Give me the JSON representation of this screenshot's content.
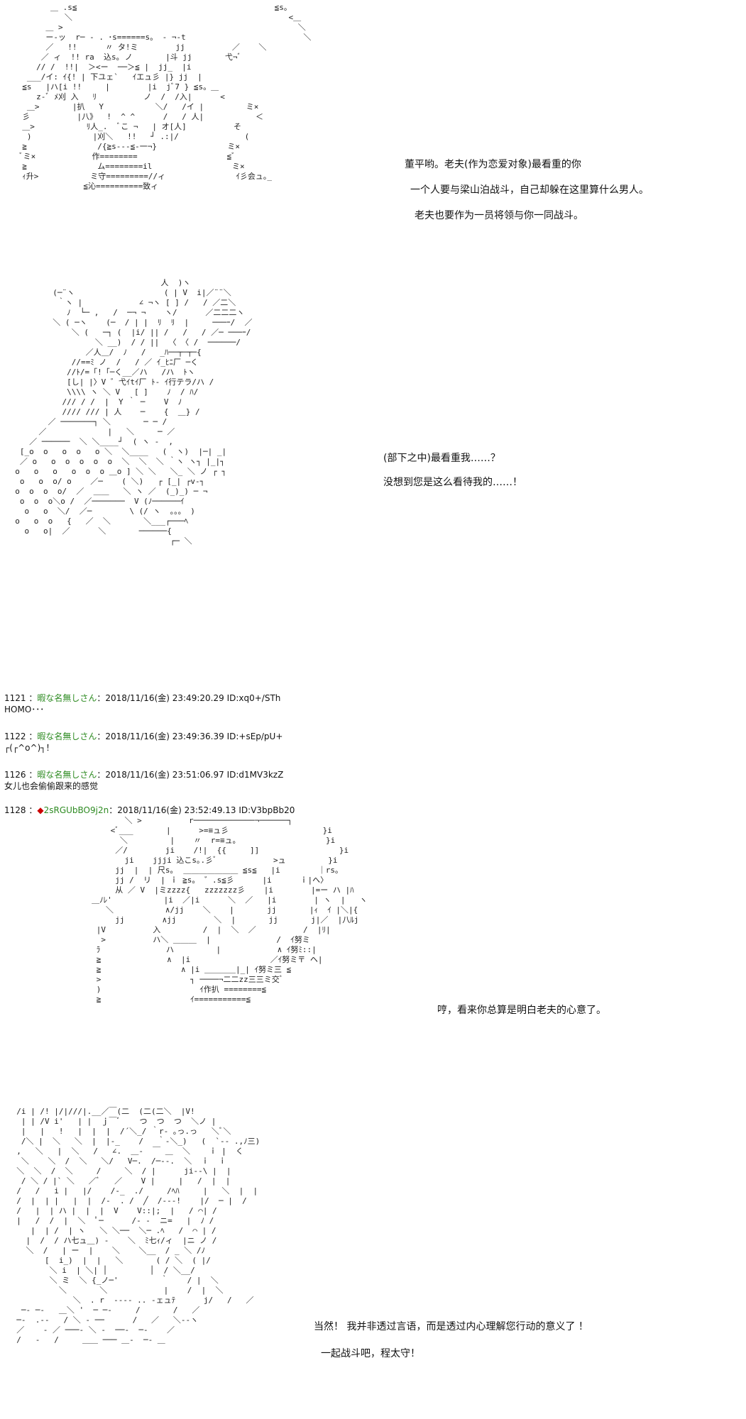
{
  "panels": [
    {
      "lines": [
        "董平哟。老夫(作为恋爱对象)最看重的你",
        "一个人要与梁山泊战斗，自己却躲在这里算什么男人。",
        "老夫也要作为一员将领与你一同战斗。"
      ]
    },
    {
      "lines": [
        "(部下之中)最看重我……？",
        "没想到您是这么看待我的……！"
      ]
    },
    {
      "lines": [
        "哼，看来你总算是明白老夫的心意了。"
      ]
    },
    {
      "lines": [
        "当然！ 我并非透过言语，而是透过内心理解您行动的意义了 ！",
        "一起战斗吧，程太守！"
      ]
    }
  ],
  "posts": [
    {
      "number": "1121",
      "name": "暇な名無しさん",
      "datetime": "2018/11/16(金) 23:49:20.29",
      "id": "ID:xq0+/STh",
      "body": "HOMO･･･"
    },
    {
      "number": "1122",
      "name": "暇な名無しさん",
      "datetime": "2018/11/16(金) 23:49:36.39",
      "id": "ID:+sEp/pU+",
      "body": "┌(┌^o^)┐！"
    },
    {
      "number": "1126",
      "name": "暇な名無しさん",
      "datetime": "2018/11/16(金) 23:51:06.97",
      "id": "ID:d1MV3kzZ",
      "body": "女儿也会偷偷跟来的感觉"
    },
    {
      "number": "1128",
      "diamond": "◆",
      "name": "2sRGUbBO9j2n",
      "datetime": "2018/11/16(金) 23:52:49.13",
      "id": "ID:V3bpBb20",
      "body": ""
    }
  ],
  "art": {
    "a1": "        ＿ .s≦                                          ≦s。\n           ＼                                              <＿\n       ＿ >                                                  ＼\n       ー-ッ  r─ ‐ . ･s======s。 ‐ ¬‐t                         ＼\n       ／   !!      〃 タ!ミ        jj          ／    ＼\n      ／ ィ  !! ra  込s｡ ノ       |斗 jj       弋¬ﾞ\n     // /  !!|  ＞<ー  ──＞≦ |  jj_  |i\n   ___/イ: ｲ{! | 下ユェ`   ｲエュ彡 |} jj  |\n  ≦s   |ハ[i !!     |        |i  jﾞ7 } ≦s。＿\n     z-ﾞ ﾒ刈 入   ﾘ          ノ  /  /入|      <\n   ＿>       |扒   Y           ＼/   /イ |         ミ×\n  彡          |八》  !  ^ ^      /   / 人|           ＜\n  ＿>           ﾘ人_.  ﾞこ ¬   | オ[人]          そ\n   )             |刈＼   !!   ┘ .:|/              (\n  ≧               /{≧s--‐≦‐一¬}               ミ×\n  ﾞミ×            作========                   ≦ﾞ\n  ≧               ム========il                 ミ×\n  ｨ升>           ミ守=========//ィ               ｲ彡会ュ｡_\n               ≦沁==========致ィ",
    "a2": "                                 人  )ヽ\n          (─¨ヽ                   ( | V  i|／¨¨＼\n           ｀ヽ |            ∠ ¬ヽ [ ] /   / ／二＼\n             ﾉ  └─ ,   /  ─¬ ¬    ヽ/      ／二二二ヽ\n          ＼ ( ─ヽ    (─  / | |  ﾘ  ﾘ  |     ───ｰ/  ／\n              ＼ (   ─┐ (  |i/ || /   /   / ／─ ───ｰ/\n                   ＼ __)  / / ||  〈 〈 /  ──────/\n                 ／人＿/  ﾉ   /   _ﾊ──┬─┬─{\n              //==ﾐ ノ  /   / ／ ｲ_ﾋﾆ厂 ─く\n             //ﾄ/=「!「─く__／ハ   /ハ  ﾄヽ\n             [し| |〉V ゛弋ｲtｲ厂 ﾄ- ｲ行テラ/ハ /\n             \\\\\\\\ ヽ ＼ V   [ ]    ﾉ  / ﾊ/\n            /// / /  |  Y ｀ ─    V  ﾉ\n            //// /// | 人    ─    {  ＿} /\n         ／ ───────┐ ＼       ─ ─ /\n       ／             |   ＼     ─ ／\n     ／ ──────  ＼ ＼____┘  ( ヽ -  ,\n   [_o  o   o  o   o ＼  ＼____   (  ヽ)  |─| _|\n   ／ o   o  o  o  o  o  ＼  ＼  ＼ ｀ヽ ヽ┐ |_|┐\n  o   o   o   o  o  o ＿o ] ＼ ＼   ＼_ ＼ ノ ┌ ┐\n   o   o  o/ o    ／─    ( ＼)   ┌ [_| ┌v-┐\n  o  o  o  o/  ／  ＿＿   ＼ ヽ ／  (_)_) ─ ¬\n   o  o  o＼o /  ／───────  V (ﾉ──────ｲ\n    o   o  ＼/  ／─        \\ (/ ヽ  。。。 )\n  o   o  o   {   ／  ＼       ＼___┌───ﾍ\n    o   o|  ／      ＼       ──────{\n                                   ┌─ ＼",
    "a3": "            ＼ >          r─────────────¬──────┐\n         <ﾞ___       |      >=≡ュ彡                    }i\n           ＼         |    〃  r=≡ュ｡                   }i\n          ／/        ji    /!|  {{     ]]                 }i\n            ji    jjji 込こs｡.彡ﾞ            >ュ         }i\n          jj  |  | 尺s｡  ＿＿＿＿＿＿＿ ≦s≦   |i        ｜rs｡\n          jj /  リ  | ｉ ≧s。 ゛.s≦彡      |i      ｉ|へ〉\n          从 ／ V  |ミzzzz{   zzzzzzz彡    |i        |=ー ハ |ﾊ\n     ＿ﾉﾚ'           |i  ／|i      ＼  ／   |i        | ヽ  |   ヽ\n        ＼           ∧/jj    ＼    |       jj       |ｨ  ｲ |＼|{\n          jj        ∧jj        ＼  |       jj       j|／  |八ﾙj\n      |V          入         /  |  ＼  ／          /  |ﾘ|\n       >          ハ＼ ＿＿＿  |              /  ｲ努ミ\n      ﾗ              ハ         |            ∧ ｲ努ﾐ::|\n      ≧              ∧  |i                 ／ｲ努ミ〒 ヘ|\n      ≧                 ∧ |i ＿＿＿＿|_| ｲ努ミ三 ≦\n      >                   ┐ ────¬二二zz三三ミ交ﾞ\n      )                     ｲ作扒 ========≦\n      ≧                   ｲ===========≦",
    "a4": "  /i | /! |/|///|.__／￣(二  (二(二＼  |V!\n   | | /V i'   | |  ｊ￣ﾞ    つ  つ  つ  ＼ノ |\n   |   |   !   |  |  |  /´＼_/ ｀r- ｡っ.っ   ＼ﾞ＼\n   /＼ |  ＼   ＼  |  |-_    /   ｀-＼_)   (  `‐- .,ﾉ三)\n  ,   ＼   |  ＼   /   ∠.  ＿‐  ￣ ＿  ＼    ｉ |  く\n   ＼    ＼  /  ＼   ＼/   V─.  /─‐-.  ＼  ｉ  ｉ\n  ＼  ＼  /  ＼     /     ＼  / |      ji‐-\\ |  |\n   / ＼ / |` ＼   ／ﾞ   ／    V |     |   /  |  |\n  /   /   i |   |/    /‐_  ./     /ﾍﾊ     |   ＼  |  |\n  /  |  | |   |  |  /‐  . /  ╱  /‐‐-!    |/  ─ |  /\n  /   |  | ハ |  |  |  V    V::|;  |   / ⌒| /\n  |   /  /  |  ＼  ﾟ─      /‐ -  ニ=   |  ﾉ /\n     |  | /  | ヽ   ＼ ＼──  ＼─ .ﾍ   /  ⌒ | /\n    |  /  / ハ七ュ＿) ‐    ＼  ﾐ七ｨ/ィ  |ニ ノ /\n    ＼  /   | ー  |    ＼    ＼__  / _ ＼ /ﾉ\n        [  i_)  |  |   ＼       ( / ＼  ( |/\n         ＼ i  | ＼| │         │  / ＼__/\n         ＼ ミ  ＼ {_ノ─'         ｀    / |  ＼\n           ＼       ＼            |    /  |  ＼\n              ＼  . r  ‐‐‐‐ .. ‐ェュﾃ      j/   /   ／\n   ─‐ ─‐   ＿＼ '  ─ ─‐     /       /   ／\n  ─‐  .‐‐   / ＼ ‐ ──      /   ／   ＼‐‐ヽ\n  ／    ‐ ／ ───‐ ＼ ‐  ──‐  ─‐    ／\n  /   ‐   /     ＿＿ ─── ＿‐  ─‐ ＿"
  }
}
